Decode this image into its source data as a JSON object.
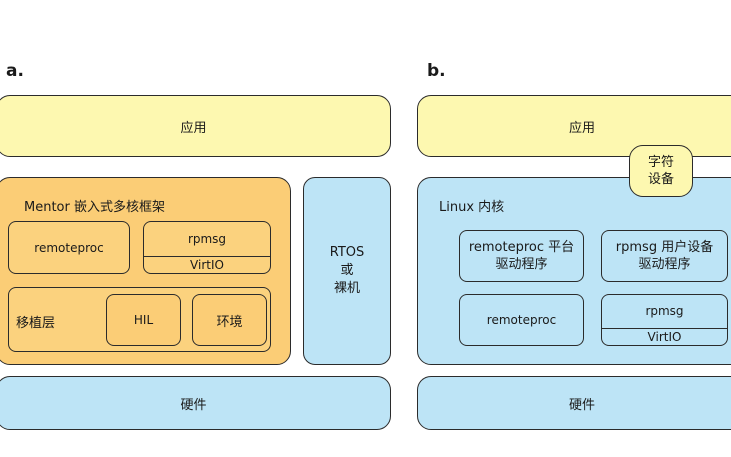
{
  "panel_a": {
    "letter": "a.",
    "app": "应用",
    "framework_title": "Mentor 嵌入式多核框架",
    "remoteproc": "remoteproc",
    "rpmsg": "rpmsg",
    "virtio": "VirtIO",
    "porting_layer": "移植层",
    "hil": "HIL",
    "env": "环境",
    "rtos_line1": "RTOS",
    "rtos_line2": "或",
    "rtos_line3": "裸机",
    "hardware": "硬件"
  },
  "panel_b": {
    "letter": "b.",
    "app": "应用",
    "char_dev_line1": "字符",
    "char_dev_line2": "设备",
    "kernel_title": "Linux 内核",
    "remoteproc_platform_line1": "remoteproc 平台",
    "remoteproc_platform_line2": "驱动程序",
    "rpmsg_user_line1": "rpmsg 用户设备",
    "rpmsg_user_line2": "驱动程序",
    "remoteproc": "remoteproc",
    "rpmsg": "rpmsg",
    "virtio": "VirtIO",
    "hardware": "硬件"
  }
}
